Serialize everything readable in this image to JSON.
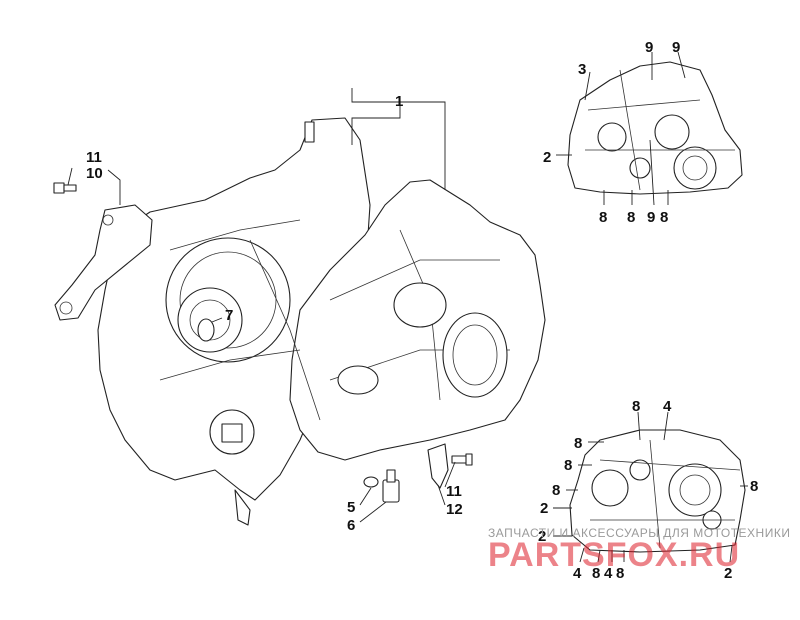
{
  "diagram": {
    "callouts": {
      "c1": "1",
      "c2a": "2",
      "c3": "3",
      "c9a": "9",
      "c9b": "9",
      "c8a": "8",
      "c8b": "8",
      "c9c": "9",
      "c8c": "8",
      "c11a": "11",
      "c10": "10",
      "c7": "7",
      "c5": "5",
      "c6": "6",
      "c11b": "11",
      "c12": "12",
      "c8d": "8",
      "c4a": "4",
      "c8e": "8",
      "c8f": "8",
      "c8g": "8",
      "c2b": "2",
      "c2c": "2",
      "c8h": "8",
      "c4b": "4",
      "c8i": "8",
      "c4c": "4",
      "c8j": "8",
      "c2d": "2"
    }
  },
  "watermark": {
    "tagline": "ЗАПЧАСТИ И АКСЕССУАРЫ ДЛЯ МОТОТЕХНИКИ",
    "brand": "PARTSFOX.RU"
  },
  "colors": {
    "ink": "#222222",
    "watermark_red": "#dc1e28",
    "background": "#ffffff"
  }
}
